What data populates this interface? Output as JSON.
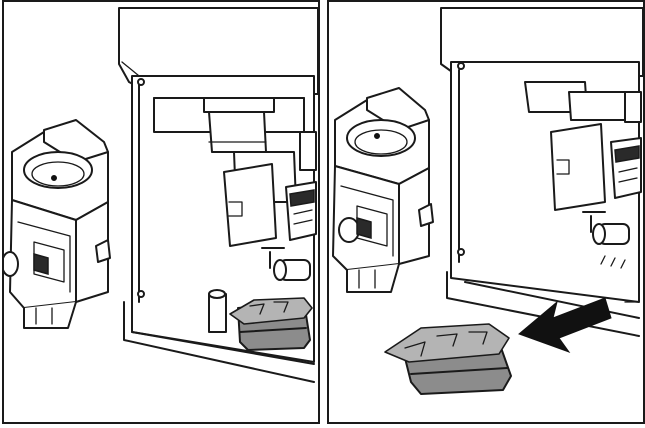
{
  "panels": [
    {
      "id": "panel-left",
      "tray_state": "inserted",
      "arrow": false
    },
    {
      "id": "panel-right",
      "tray_state": "removed",
      "arrow": true,
      "arrow_direction": "left-down"
    }
  ],
  "colors": {
    "line": "#1a1a1a",
    "tray_fill": "#8c8c8c",
    "background": "#ffffff"
  }
}
